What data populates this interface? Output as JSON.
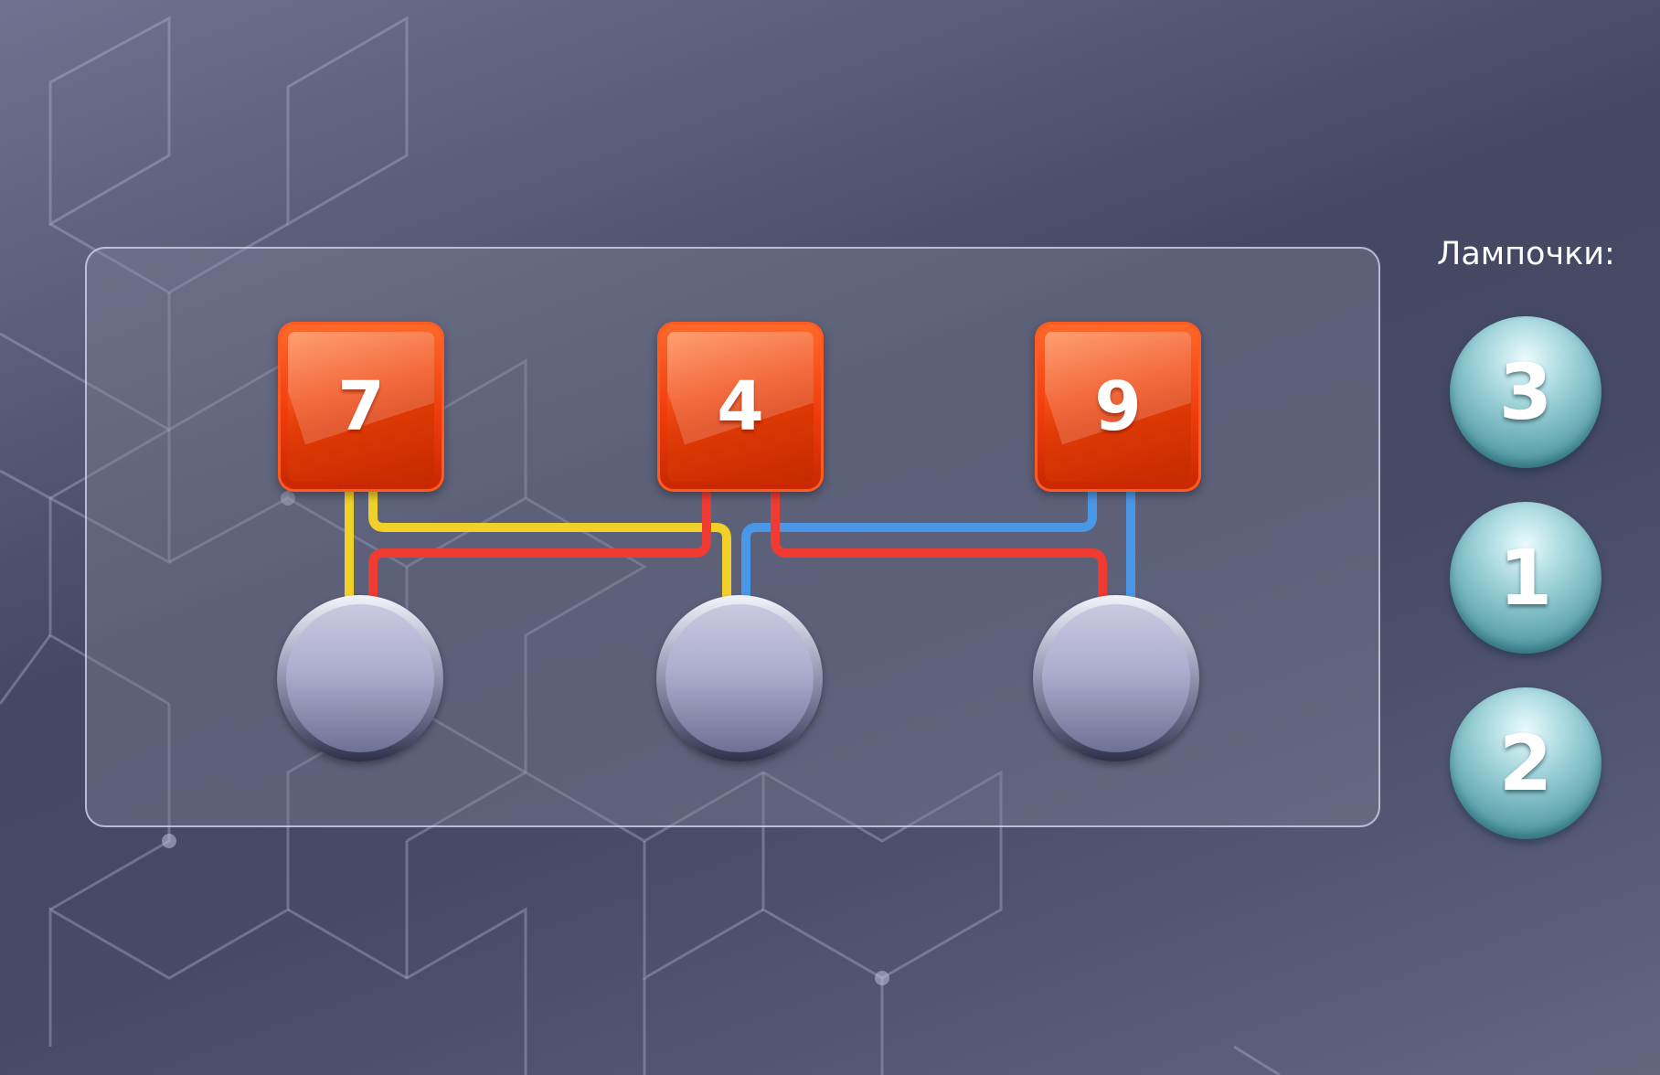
{
  "board": {
    "switches": [
      {
        "label": "7"
      },
      {
        "label": "4"
      },
      {
        "label": "9"
      }
    ],
    "lamps": 3,
    "wire_colors": {
      "yellow": "#f2d02a",
      "red": "#ef3b32",
      "blue": "#4a97e8"
    }
  },
  "legend": {
    "title": "Лампочки:",
    "bulbs": [
      {
        "label": "3"
      },
      {
        "label": "1"
      },
      {
        "label": "2"
      }
    ]
  },
  "colors": {
    "switch": "#f03b0c",
    "bulb": "#6fb0ba",
    "background": "#474a66"
  }
}
